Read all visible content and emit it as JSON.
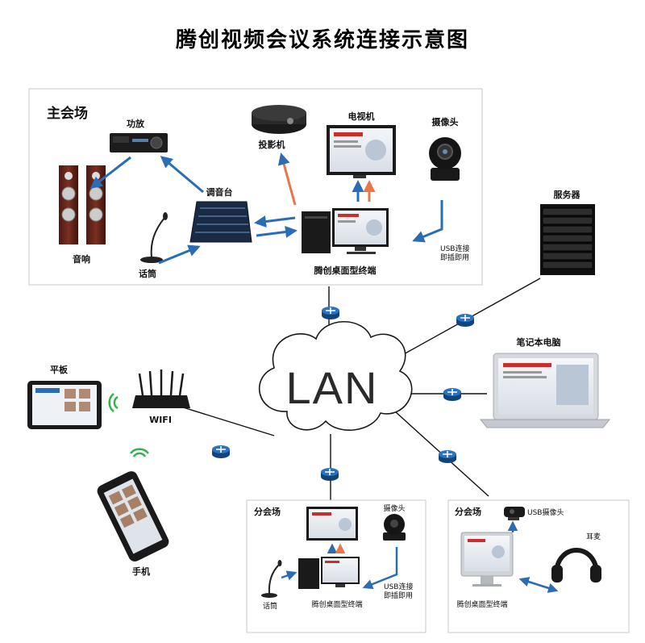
{
  "title": "腾创视频会议系统连接示意图",
  "main_hall": {
    "label": "主会场",
    "amp": "功放",
    "projector": "投影机",
    "tv": "电视机",
    "camera": "摄像头",
    "speakers": "音响",
    "mixer": "调音台",
    "mic": "话筒",
    "terminal": "腾创桌面型终端",
    "usb_line1": "USB连接",
    "usb_line2": "即插即用"
  },
  "server": "服务器",
  "laptop": "笔记本电脑",
  "lan": "LAN",
  "tablet": "平板",
  "wifi": "WIFI",
  "phone": "手机",
  "branch1": {
    "label": "分会场",
    "camera": "摄像头",
    "mic": "话筒",
    "terminal": "腾创桌面型终端",
    "usb_line1": "USB连接",
    "usb_line2": "即插即用"
  },
  "branch2": {
    "label": "分会场",
    "camera": "USB摄像头",
    "headset": "耳麦",
    "terminal": "腾创桌面型终端"
  },
  "colors": {
    "arrow_blue": "#2a6db5",
    "arrow_red": "#e8764a",
    "router": "#1d5ea8"
  }
}
